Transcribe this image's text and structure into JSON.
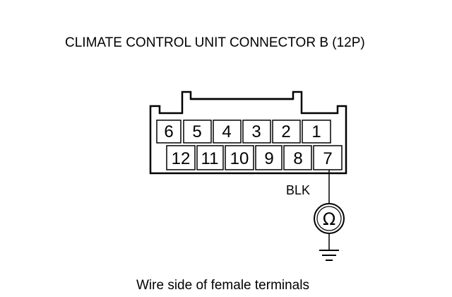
{
  "title": "CLIMATE CONTROL UNIT CONNECTOR B (12P)",
  "caption": "Wire side of female terminals",
  "connector": {
    "top_row": [
      "6",
      "5",
      "4",
      "3",
      "2",
      "1"
    ],
    "bottom_row": [
      "12",
      "11",
      "10",
      "9",
      "8",
      "7"
    ],
    "probed_terminal": "7"
  },
  "wire": {
    "color_label": "BLK"
  },
  "meter": {
    "symbol": "Ω",
    "icon": "ohmmeter-icon"
  },
  "ground": {
    "icon": "ground-icon"
  }
}
